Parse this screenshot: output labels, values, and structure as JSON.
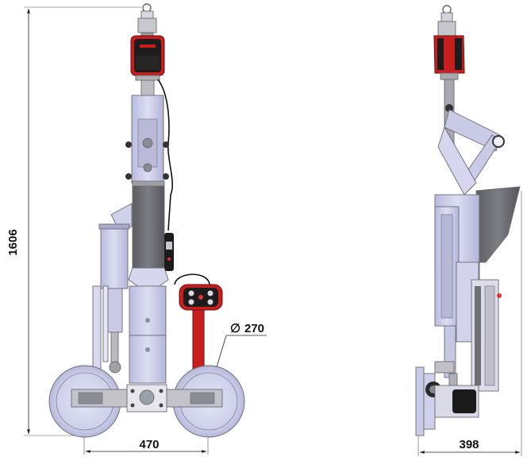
{
  "drawing": {
    "dimensions": {
      "height_label": "1606",
      "width_front_label": "470",
      "width_side_label": "398",
      "wheel_diameter_symbol": "∅",
      "wheel_diameter_label": "270"
    },
    "colors": {
      "lilac_frame": "#c9cbe6",
      "lilac_dark": "#a9aacb",
      "dark_panel": "#6e6e74",
      "red_accent": "#c81e1e",
      "black_housing": "#1c1c1c",
      "steel": "#b9b9be",
      "line": "#222222"
    },
    "views": [
      "front-view",
      "side-view"
    ]
  }
}
